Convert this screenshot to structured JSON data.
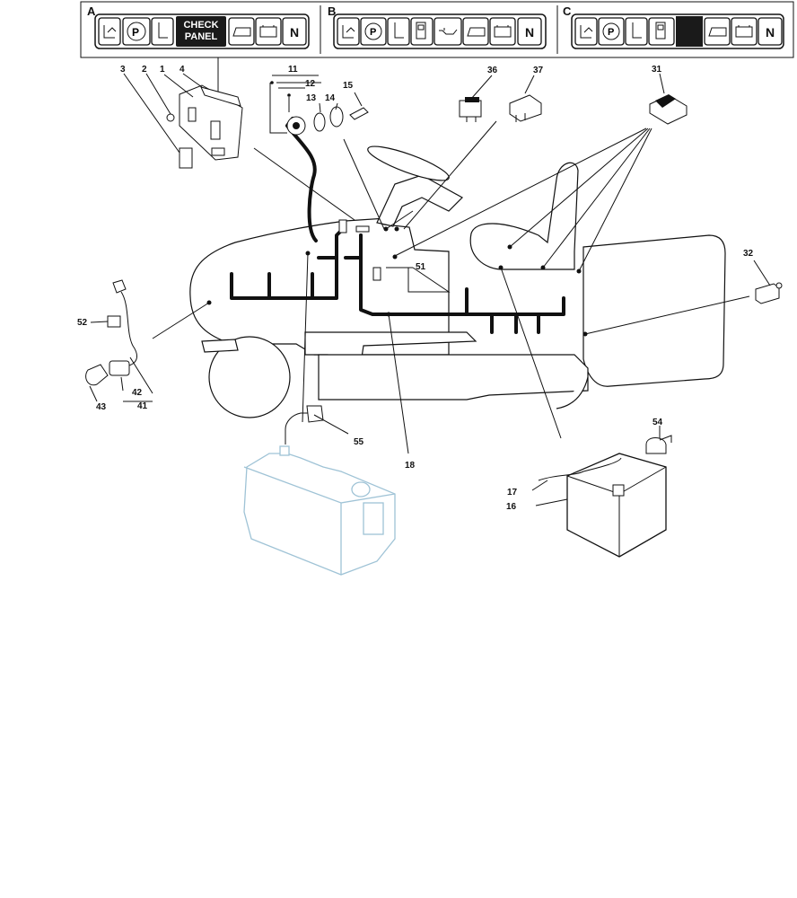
{
  "panels": [
    {
      "letter": "A",
      "badge_line1": "CHECK",
      "badge_line2": "PANEL",
      "icons": [
        "seat-lift-icon",
        "parking-brake-icon",
        "seat-icon",
        "cutting-deck-icon",
        "battery-icon"
      ],
      "neutral": "N"
    },
    {
      "letter": "B",
      "icons": [
        "seat-lift-icon",
        "parking-brake-icon",
        "seat-icon",
        "fuel-icon",
        "oil-icon",
        "cutting-deck-icon",
        "battery-icon"
      ],
      "neutral": "N"
    },
    {
      "letter": "C",
      "icons": [
        "seat-lift-icon",
        "parking-brake-icon",
        "seat-icon",
        "fuel-icon",
        "cutting-deck-icon",
        "battery-icon"
      ],
      "neutral": "N"
    }
  ],
  "callouts": {
    "c1": "1",
    "c2": "2",
    "c3": "3",
    "c4": "4",
    "c11": "11",
    "c12": "12",
    "c13": "13",
    "c14": "14",
    "c15": "15",
    "c16": "16",
    "c17": "17",
    "c18": "18",
    "c31": "31",
    "c32": "32",
    "c36": "36",
    "c37": "37",
    "c41": "41",
    "c42": "42",
    "c43": "43",
    "c51": "51",
    "c52": "52",
    "c54": "54",
    "c55": "55"
  },
  "colors": {
    "line": "#111111",
    "tank": "#9fc3d6",
    "badge": "#1a1a1a"
  }
}
